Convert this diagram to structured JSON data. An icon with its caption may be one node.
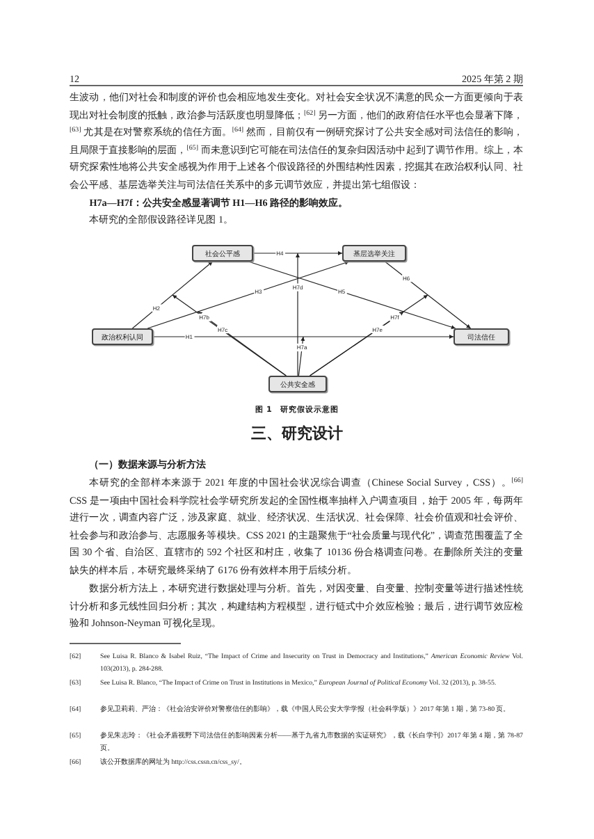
{
  "diagram": {
    "caption": "图 1　研究假设示意图",
    "nodes": [
      {
        "text": [
          "社会公平感"
        ]
      },
      {
        "text": [
          "基层选举关注"
        ]
      },
      {
        "text": [
          "政治权利认同"
        ]
      },
      {
        "text": [
          "司法信任"
        ]
      },
      {
        "text": [
          "公共安全感"
        ]
      }
    ],
    "edges": [
      {
        "from": 2,
        "to": 3,
        "arrow": "to",
        "label": "H1"
      },
      {
        "from": 2,
        "to": 0,
        "arrow": "to",
        "label": "H2"
      },
      {
        "from": 2,
        "to": 1,
        "arrow": "to",
        "label": "H3"
      },
      {
        "from": 0,
        "to": 1,
        "arrow": "to",
        "label": "H4"
      },
      {
        "from": 0,
        "to": 3,
        "arrow": "to",
        "label": "H5"
      },
      {
        "from": 1,
        "to": 3,
        "arrow": "to",
        "label": "H6"
      },
      {
        "from": 4,
        "to": null,
        "arrow": "to",
        "label": "H7a"
      },
      {
        "from": 4,
        "to": null,
        "arrow": "to",
        "label": "H7b"
      },
      {
        "from": 4,
        "to": null,
        "arrow": "to",
        "label": "H7c"
      },
      {
        "from": 4,
        "to": null,
        "arrow": "to",
        "label": "H7d"
      },
      {
        "from": 4,
        "to": null,
        "arrow": "to",
        "label": "H7e"
      },
      {
        "from": 4,
        "to": null,
        "arrow": "to",
        "label": "H7f"
      }
    ],
    "labels": [
      "12",
      "2025 年第 2 期",
      "生波动，他们对社会和制度的评价也会相应地发生变化。对社会安全状况不满意的民众一方面更倾向于表现出对社会制度的抵触，政治参与活跃度也明显降低；$^{[62]}$ 另一方面，他们的政府信任水平也会显著下降，$^{[63]}$ 尤其是在对警察系统的信任方面。$^{[64]}$ 然而，目前仅有一例研究探讨了公共安全感对司法信任的影响，且局限于直接影响的层面，$^{[65]}$ 而未意识到它可能在司法信任的复杂归因活动中起到了调节作用。综上，本研究探索性地将公共安全感视为作用于上述各个假设路径的外围结构性因素，挖掘其在政治权利认同、社会公平感、基层选举关注与司法信任关系中的多元调节效应，并提出第七组假设：",
      "H7a—H7f：公共安全感显著调节 H1—H6 路径的影响效应。",
      "本研究的全部假设路径详见图 1。",
      "三、研究设计",
      "（一）数据来源与分析方法",
      "本研究的全部样本来源于 2021 年度的中国社会状况综合调查（Chinese Social Survey，CSS）。$^{[66]}$ CSS 是一项由中国社会科学院社会学研究所发起的全国性概率抽样入户调查项目，始于 2005 年，每两年进行一次，调查内容广泛，涉及家庭、就业、经济状况、生活状况、社会保障、社会价值观和社会评价、社会参与和政治参与、志愿服务等模块。CSS 2021 的主题聚焦于“社会质量与现代化”，调查范围覆盖了全国 30 个省、自治区、直辖市的 592 个社区和村庄，收集了 10136 份合格调查问卷。在删除所关注的变量缺失的样本后，本研究最终采纳了 6176 份有效样本用于后续分析。",
      "数据分析方法上，本研究进行数据处理与分析。首先，对因变量、自变量、控制变量等进行描述性统计分析和多元线性回归分析；其次，构建结构方程模型，进行链式中介效应检验；最后，进行调节效应检验和 Johnson-Neyman 可视化呈现。",
      "[62]",
      "See Luisa R. Blanco & Isabel Ruiz, “The Impact of Crime and Insecurity on Trust in Democracy and Institutions,” *American Economic Review* Vol. 103(2013), p. 284-288.",
      "[63]",
      "See Luisa R. Blanco, “The Impact of Crime on Trust in Institutions in Mexico,” *European Journal of Political Economy* Vol. 32 (2013), p. 38-55.",
      "[64]",
      "参见卫莉莉、严治：《社会治安评价对警察信任的影响》，载《中国人民公安大学学报（社会科学版）》2017 年第 1 期，第 73-80 页。",
      "[65]",
      "参见朱志玲：《社会矛盾视野下司法信任的影响因素分析——基于九省九市数据的实证研究》，载《长白学刊》2017 年第 4 期，第 78-87 页。",
      "[66]",
      "该公开数据库的网址为 http://css.cssn.cn/css_sy/。"
    ]
  }
}
